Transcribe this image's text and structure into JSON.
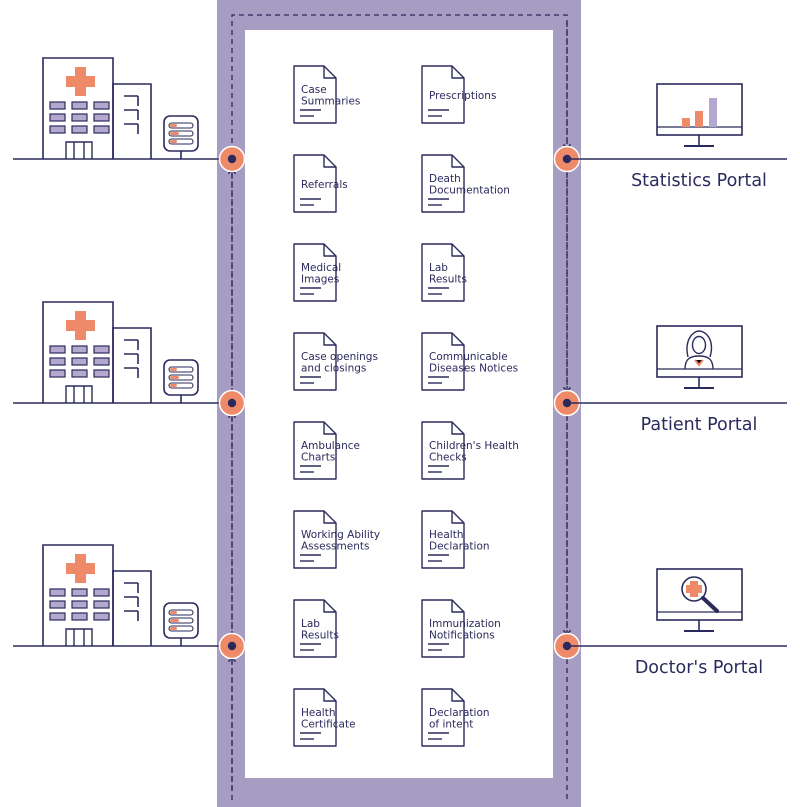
{
  "colors": {
    "ink": "#2b2a5c",
    "frame": "#a79dc2",
    "accent": "#ef8a68",
    "bed": "#b4a8cf",
    "bg": "#ffffff"
  },
  "hospitals": [
    {
      "name": "hospital-1",
      "icon": "hospital-building-icon",
      "device_icon": "server-rack-icon"
    },
    {
      "name": "hospital-2",
      "icon": "hospital-building-icon",
      "device_icon": "server-rack-icon"
    },
    {
      "name": "hospital-3",
      "icon": "hospital-building-icon",
      "device_icon": "server-rack-icon"
    }
  ],
  "documents": {
    "left": [
      {
        "lines": [
          "Case",
          "Summaries"
        ]
      },
      {
        "lines": [
          "Referrals"
        ]
      },
      {
        "lines": [
          "Medical",
          "Images"
        ]
      },
      {
        "lines": [
          "Case openings",
          "and closings"
        ]
      },
      {
        "lines": [
          "Ambulance",
          "Charts"
        ]
      },
      {
        "lines": [
          "Working Ability",
          "Assessments"
        ]
      },
      {
        "lines": [
          "Lab",
          "Results"
        ]
      },
      {
        "lines": [
          "Health",
          "Certificate"
        ]
      }
    ],
    "right": [
      {
        "lines": [
          "Prescriptions"
        ]
      },
      {
        "lines": [
          "Death",
          "Documentation"
        ]
      },
      {
        "lines": [
          "Lab",
          "Results"
        ]
      },
      {
        "lines": [
          "Communicable",
          "Diseases Notices"
        ]
      },
      {
        "lines": [
          "Children's Health",
          "Checks"
        ]
      },
      {
        "lines": [
          "Health",
          "Declaration"
        ]
      },
      {
        "lines": [
          "Immunization",
          "Notifications"
        ]
      },
      {
        "lines": [
          "Declaration",
          "of intent"
        ]
      }
    ]
  },
  "portals": [
    {
      "label": "Statistics Portal",
      "icon": "bar-chart-monitor-icon"
    },
    {
      "label": "Patient Portal",
      "icon": "patient-monitor-icon"
    },
    {
      "label": "Doctor's Portal",
      "icon": "magnifier-cross-monitor-icon"
    }
  ]
}
